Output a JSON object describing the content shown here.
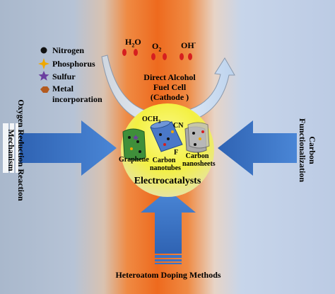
{
  "legend": {
    "nitrogen": "Nitrogen",
    "phosphorus": "Phosphorus",
    "sulfur": "Sulfur",
    "metal_line1": "Metal",
    "metal_line2": "incorporation"
  },
  "top": {
    "h2o": "H",
    "h2o_sub": "2",
    "h2o_tail": "O",
    "o2": "O",
    "o2_sub": "2",
    "oh": "OH",
    "oh_sup": "-",
    "dafc_line1": "Direct Alcohol",
    "dafc_line2": "Fuel Cell",
    "dafc_line3": "(Cathode )"
  },
  "left": {
    "line1": "Oxygen Reduction Reaction",
    "line2": "Mechanism"
  },
  "right": {
    "line1": "Carbon",
    "line2": "Functionalization"
  },
  "center": {
    "och3": "OCH",
    "och3_sub": "3",
    "cn": "CN",
    "f": "F",
    "graphene": "Graphene",
    "cnt_line1": "Carbon",
    "cnt_line2": "nanotubes",
    "cns_line1": "Carbon",
    "cns_line2": "nanosheets",
    "title": "Electrocatalysts"
  },
  "bottom": {
    "label": "Heteroatom Doping Methods"
  },
  "colors": {
    "left_bg": "#a9b9cf",
    "center_glow": "#f07b2e",
    "right_bg": "#c3d2ea",
    "arrow_blue": "#3b73c4",
    "circle_yellow": "#f3f042",
    "nitrogen": "#111111",
    "phosphorus": "#f0a800",
    "sulfur": "#6b3fa0",
    "metal": "#b35a1f",
    "graphene": "#3f8f3a",
    "cnt": "#4a78c8",
    "cns": "#a8a8a8",
    "droplet": "#d61f1f"
  }
}
